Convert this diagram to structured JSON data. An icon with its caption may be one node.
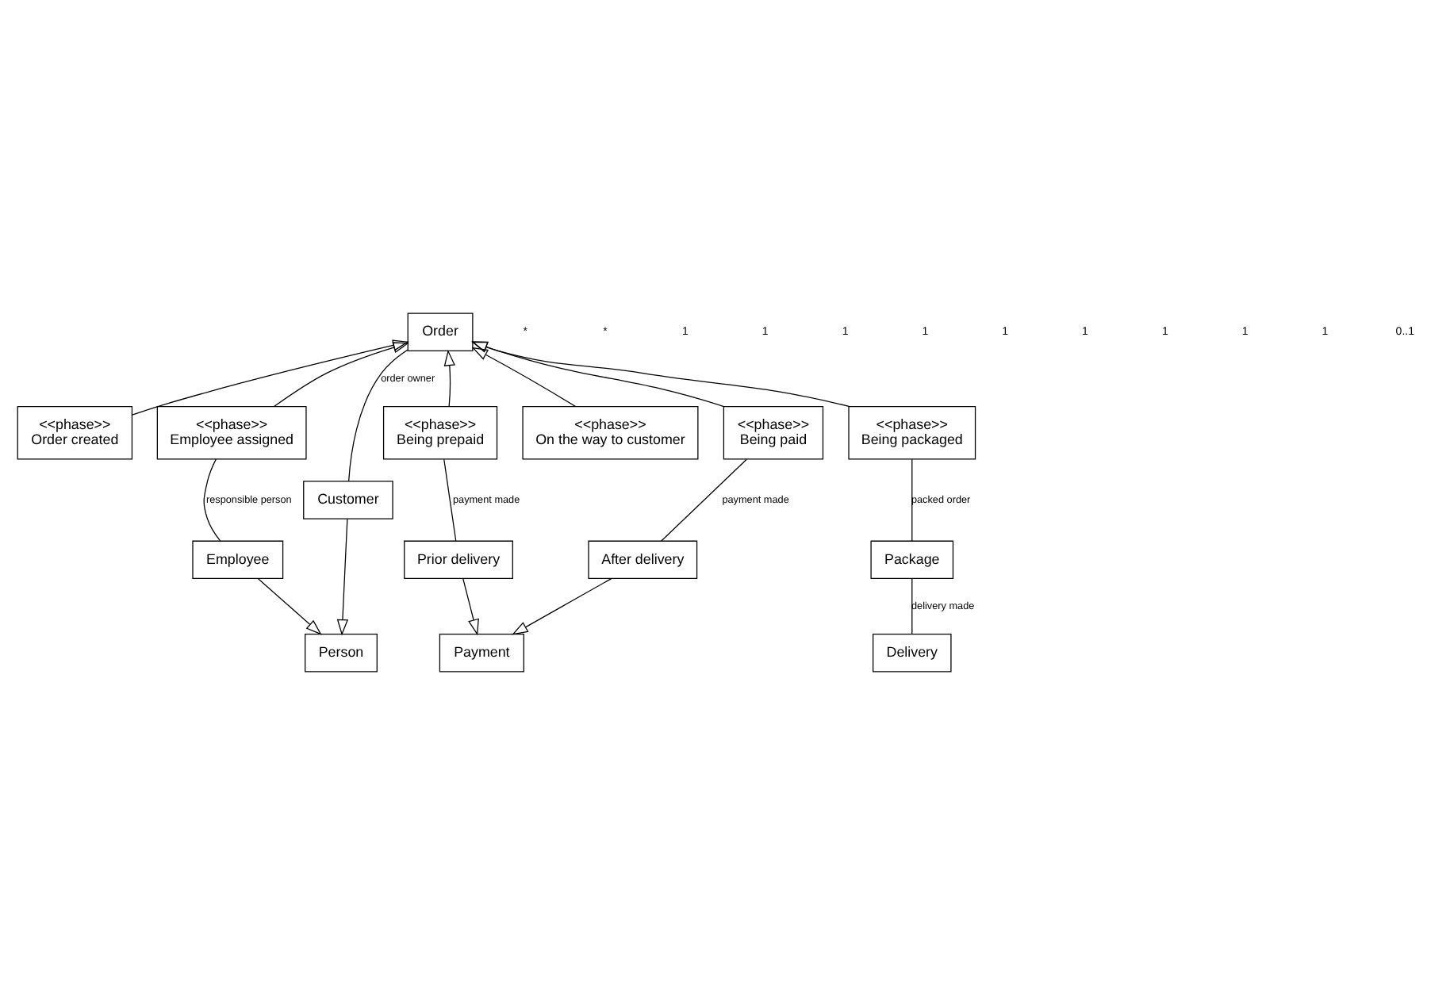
{
  "diagram": {
    "nodes": [
      {
        "text": [
          "Order"
        ]
      },
      {
        "text": [
          "<<phase>>",
          "Order created"
        ]
      },
      {
        "text": [
          "<<phase>>",
          "Employee assigned"
        ]
      },
      {
        "text": [
          "<<phase>>",
          "Being prepaid"
        ]
      },
      {
        "text": [
          "<<phase>>",
          "Being packaged"
        ]
      },
      {
        "text": [
          "<<phase>>",
          "On the way to customer"
        ]
      },
      {
        "text": [
          "<<phase>>",
          "Being paid"
        ]
      },
      {
        "text": [
          "Customer"
        ]
      },
      {
        "text": [
          "Employee"
        ]
      },
      {
        "text": [
          "Package"
        ]
      },
      {
        "text": [
          "Prior delivery"
        ]
      },
      {
        "text": [
          "After delivery"
        ]
      },
      {
        "text": [
          "Delivery"
        ]
      },
      {
        "text": [
          "Person"
        ]
      },
      {
        "text": [
          "Payment"
        ]
      }
    ],
    "edges": [
      {
        "from": 1,
        "to": 0,
        "arrow": "to"
      },
      {
        "from": 2,
        "to": 0,
        "arrow": "to"
      },
      {
        "from": 3,
        "to": 0,
        "arrow": "to"
      },
      {
        "from": 4,
        "to": 0,
        "arrow": "to"
      },
      {
        "from": 5,
        "to": 0,
        "arrow": "to"
      },
      {
        "from": 6,
        "to": 0,
        "arrow": "to"
      },
      {
        "from": 0,
        "to": 7,
        "arrow": "none",
        "label": "order owner"
      },
      {
        "from": 2,
        "to": 8,
        "arrow": "none",
        "label": "responsible person"
      },
      {
        "from": 3,
        "to": 10,
        "arrow": "none",
        "label": "payment made"
      },
      {
        "from": 4,
        "to": 9,
        "arrow": "none",
        "label": "packed order"
      },
      {
        "from": 6,
        "to": 11,
        "arrow": "none",
        "label": "payment made"
      },
      {
        "from": 9,
        "to": 12,
        "arrow": "none",
        "label": "delivery made"
      },
      {
        "from": 7,
        "to": 13,
        "arrow": "to"
      },
      {
        "from": 8,
        "to": 13,
        "arrow": "to"
      },
      {
        "from": 10,
        "to": 14,
        "arrow": "to"
      },
      {
        "from": 11,
        "to": 14,
        "arrow": "to"
      }
    ],
    "labels": [
      "*",
      "*",
      "1",
      "1",
      "1",
      "1",
      "1",
      "1",
      "1",
      "1",
      "1",
      "0..1"
    ]
  }
}
